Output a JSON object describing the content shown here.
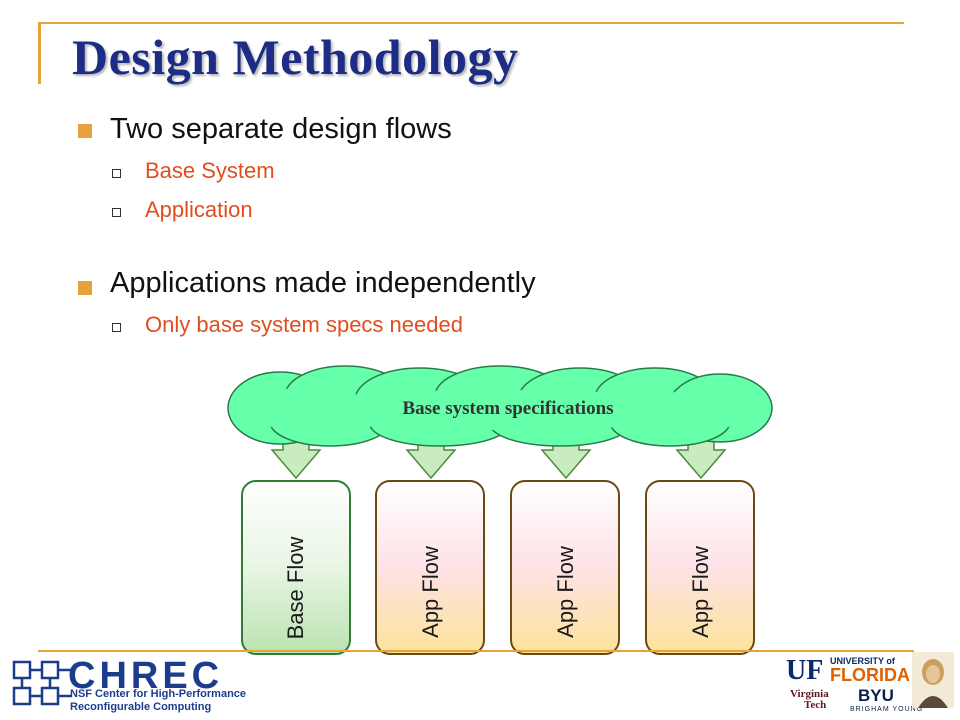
{
  "slide": {
    "title": "Design Methodology",
    "bullets": [
      {
        "text": "Two separate design flows",
        "subs": [
          "Base System",
          "Application"
        ]
      },
      {
        "text": "Applications made independently",
        "subs": [
          "Only base system specs needed"
        ]
      }
    ]
  },
  "diagram": {
    "cloud_label": "Base system specifications",
    "flows": [
      {
        "label": "Base Flow",
        "kind": "base"
      },
      {
        "label": "App Flow",
        "kind": "app"
      },
      {
        "label": "App Flow",
        "kind": "app"
      },
      {
        "label": "App Flow",
        "kind": "app"
      }
    ]
  },
  "footer": {
    "logo_name": "CHREC",
    "logo_line1": "NSF Center for High-Performance",
    "logo_line2": "Reconfigurable Computing",
    "uf_mark": "UF",
    "uf_top": "UNIVERSITY of",
    "uf_name": "FLORIDA",
    "vt_name": "Virginia",
    "vt_tech": "Tech",
    "byu": "BYU",
    "byu_full": "BRIGHAM YOUNG"
  },
  "colors": {
    "title": "#1d2c84",
    "accent": "#e8a23c",
    "sub_text": "#e04e1f",
    "rule": "#e8a23c",
    "cloud_fill": "#66ffaa",
    "arrow_fill": "#c8ecc0",
    "base_flow_border": "#2e7d32",
    "app_flow_border": "#6b4a12"
  }
}
